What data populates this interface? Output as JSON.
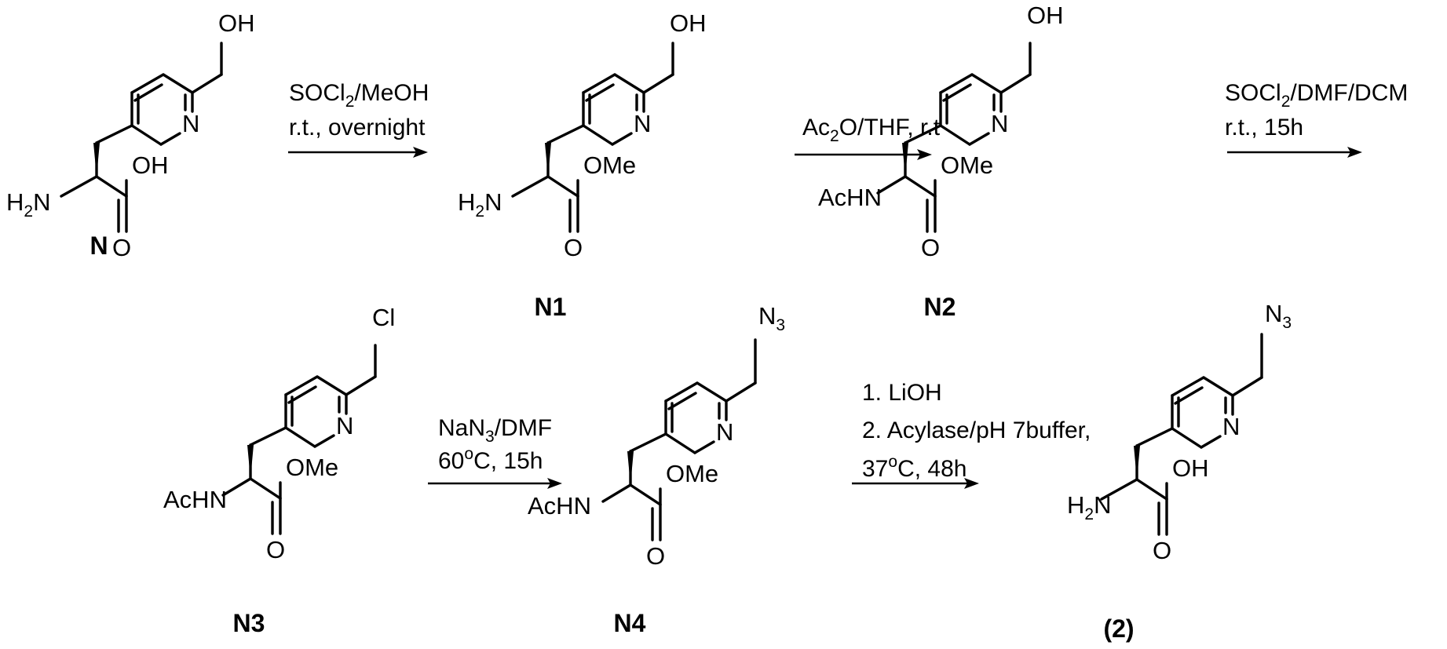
{
  "compounds": [
    {
      "id": "N",
      "label": "N",
      "atoms": {
        "top": "OH",
        "ring_n": "N",
        "amine": "H",
        "amine_sub": "2",
        "amine_n": "N",
        "ester": "OH",
        "carbonyl": "O"
      }
    },
    {
      "id": "N1",
      "label": "N1",
      "atoms": {
        "top": "OH",
        "ring_n": "N",
        "amine": "H",
        "amine_sub": "2",
        "amine_n": "N",
        "ester": "OMe",
        "carbonyl": "O"
      }
    },
    {
      "id": "N2",
      "label": "N2",
      "atoms": {
        "top": "OH",
        "ring_n": "N",
        "amine": "AcHN",
        "amine_sub": "",
        "amine_n": "",
        "ester": "OMe",
        "carbonyl": "O"
      }
    },
    {
      "id": "N3",
      "label": "N3",
      "atoms": {
        "top": "Cl",
        "ring_n": "N",
        "amine": "AcHN",
        "amine_sub": "",
        "amine_n": "",
        "ester": "OMe",
        "carbonyl": "O"
      }
    },
    {
      "id": "N4",
      "label": "N4",
      "atoms": {
        "top": "N",
        "top_sub": "3",
        "ring_n": "N",
        "amine": "AcHN",
        "amine_sub": "",
        "amine_n": "",
        "ester": "OMe",
        "carbonyl": "O"
      }
    },
    {
      "id": "2",
      "label": "(2)",
      "atoms": {
        "top": "N",
        "top_sub": "3",
        "ring_n": "N",
        "amine": "H",
        "amine_sub": "2",
        "amine_n": "N",
        "ester": "OH",
        "carbonyl": "O"
      }
    }
  ],
  "arrows": [
    {
      "id": "step1",
      "line1_a": "SOCl",
      "line1_sub": "2",
      "line1_b": "/MeOH",
      "line2": "r.t., overnight"
    },
    {
      "id": "step2",
      "line1_a": "Ac",
      "line1_sub": "2",
      "line1_b": "O/THF, r.t",
      "line2": ""
    },
    {
      "id": "step3",
      "line1_a": "SOCl",
      "line1_sub": "2",
      "line1_b": "/DMF/DCM",
      "line2": "r.t., 15h"
    },
    {
      "id": "step4",
      "line1_a": "NaN",
      "line1_sub": "3",
      "line1_b": "/DMF",
      "line2_a": "60",
      "line2_sup": "o",
      "line2_b": "C, 15h"
    },
    {
      "id": "step5",
      "line1": "1. LiOH",
      "line2": "2. Acylase/pH 7buffer,",
      "line3_a": "37",
      "line3_sup": "o",
      "line3_b": "C, 48h"
    }
  ]
}
